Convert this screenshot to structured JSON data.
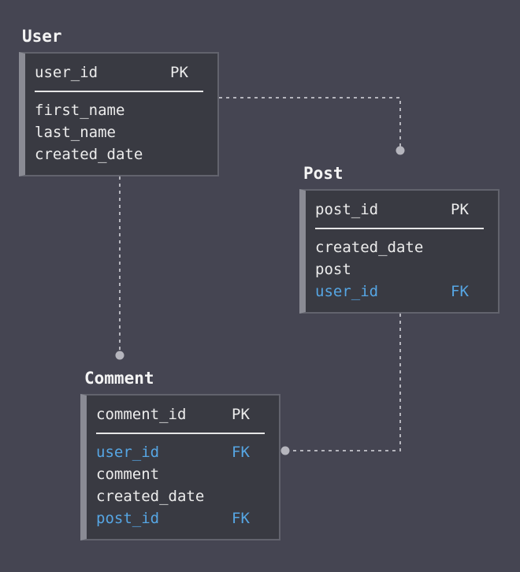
{
  "theme": {
    "background": "#454552",
    "box_fill": "#393a42",
    "box_border": "#62636d",
    "box_accent": "#8a8b94",
    "text": "#ececec",
    "foreign_key": "#56a6e4",
    "connector": "#b5b5bd"
  },
  "entities": {
    "user": {
      "title": "User",
      "pk_name": "user_id",
      "pk_badge": "PK",
      "fields": [
        {
          "name": "first_name",
          "key": ""
        },
        {
          "name": "last_name",
          "key": ""
        },
        {
          "name": "created_date",
          "key": ""
        }
      ]
    },
    "post": {
      "title": "Post",
      "pk_name": "post_id",
      "pk_badge": "PK",
      "fields": [
        {
          "name": "created_date",
          "key": ""
        },
        {
          "name": "post",
          "key": ""
        },
        {
          "name": "user_id",
          "key": "FK"
        }
      ]
    },
    "comment": {
      "title": "Comment",
      "pk_name": "comment_id",
      "pk_badge": "PK",
      "fields": [
        {
          "name": "user_id",
          "key": "FK"
        },
        {
          "name": "comment",
          "key": ""
        },
        {
          "name": "created_date",
          "key": ""
        },
        {
          "name": "post_id",
          "key": "FK"
        }
      ]
    }
  },
  "relationships": [
    {
      "from": "User",
      "to": "Post"
    },
    {
      "from": "User",
      "to": "Comment"
    },
    {
      "from": "Post",
      "to": "Comment"
    }
  ]
}
